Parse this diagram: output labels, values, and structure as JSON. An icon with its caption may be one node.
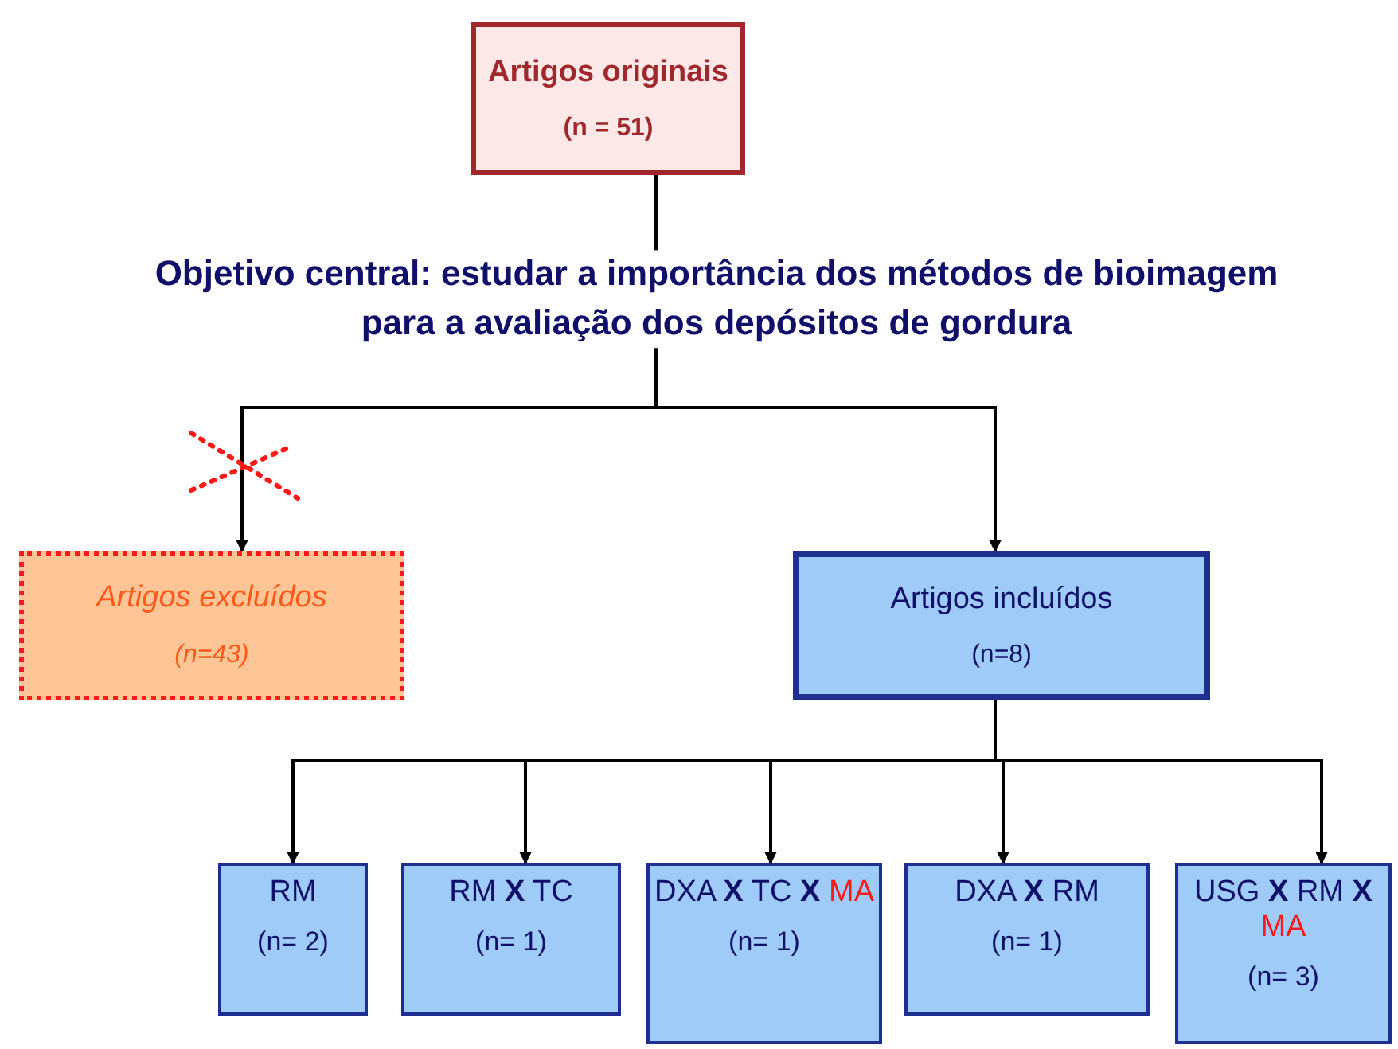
{
  "diagram": {
    "nodes": [
      {
        "text": [
          "Artigos originais",
          "(n = 51)"
        ]
      },
      {
        "text": [
          "Objetivo central: estudar a importância dos métodos de bioimagem para a avaliação dos depósitos de gordura"
        ]
      },
      {
        "text": [
          "Artigos excluídos",
          "(n=43)"
        ]
      },
      {
        "text": [
          "Artigos incluídos",
          "(n=8)"
        ]
      },
      {
        "text": [
          "RM",
          "(n= 2)"
        ]
      },
      {
        "text": [
          "RM **X** TC",
          "(n= 1)"
        ]
      },
      {
        "text": [
          "DXA **X** TC **X** *MA*",
          "(n= 1)"
        ]
      },
      {
        "text": [
          "DXA **X** RM",
          "(n= 1)"
        ]
      },
      {
        "text": [
          "USG **X** RM **X** *MA*",
          "(n= 3)"
        ]
      }
    ],
    "edges": [
      {
        "from": 0,
        "to": 1,
        "arrow": "none"
      },
      {
        "from": 1,
        "to": 2,
        "arrow": "to"
      },
      {
        "from": 1,
        "to": 3,
        "arrow": "to"
      },
      {
        "from": 3,
        "to": 4,
        "arrow": "to"
      },
      {
        "from": 3,
        "to": 5,
        "arrow": "to"
      },
      {
        "from": 3,
        "to": 6,
        "arrow": "to"
      },
      {
        "from": 3,
        "to": 7,
        "arrow": "to"
      },
      {
        "from": 3,
        "to": 8,
        "arrow": "to"
      }
    ]
  }
}
